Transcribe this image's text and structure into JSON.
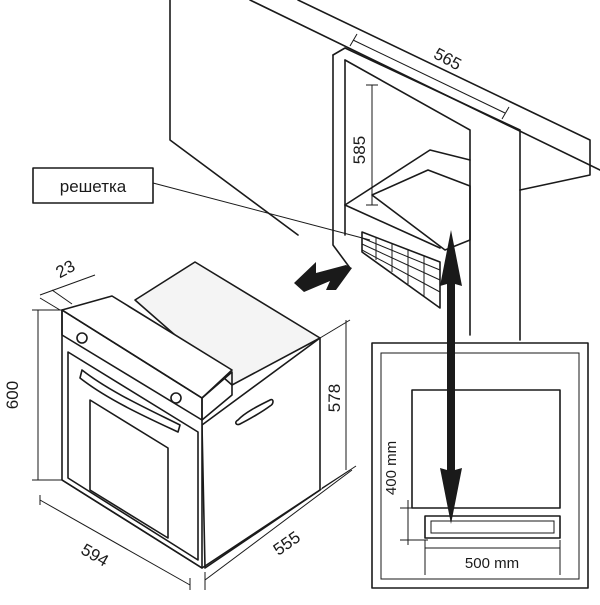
{
  "labels": {
    "grate": "решетка"
  },
  "dimensions": {
    "niche_width": "565",
    "niche_height": "585",
    "front_depth": "23",
    "oven_height": "600",
    "oven_width": "594",
    "oven_depth": "555",
    "body_height": "578",
    "vent_height": "400 mm",
    "vent_width": "500 mm"
  },
  "colors": {
    "line": "#1a1a1a",
    "background": "#ffffff"
  },
  "icons": {
    "insert_arrow": "arrow-right-icon",
    "vent_arrow": "double-arrow-vertical-icon"
  }
}
